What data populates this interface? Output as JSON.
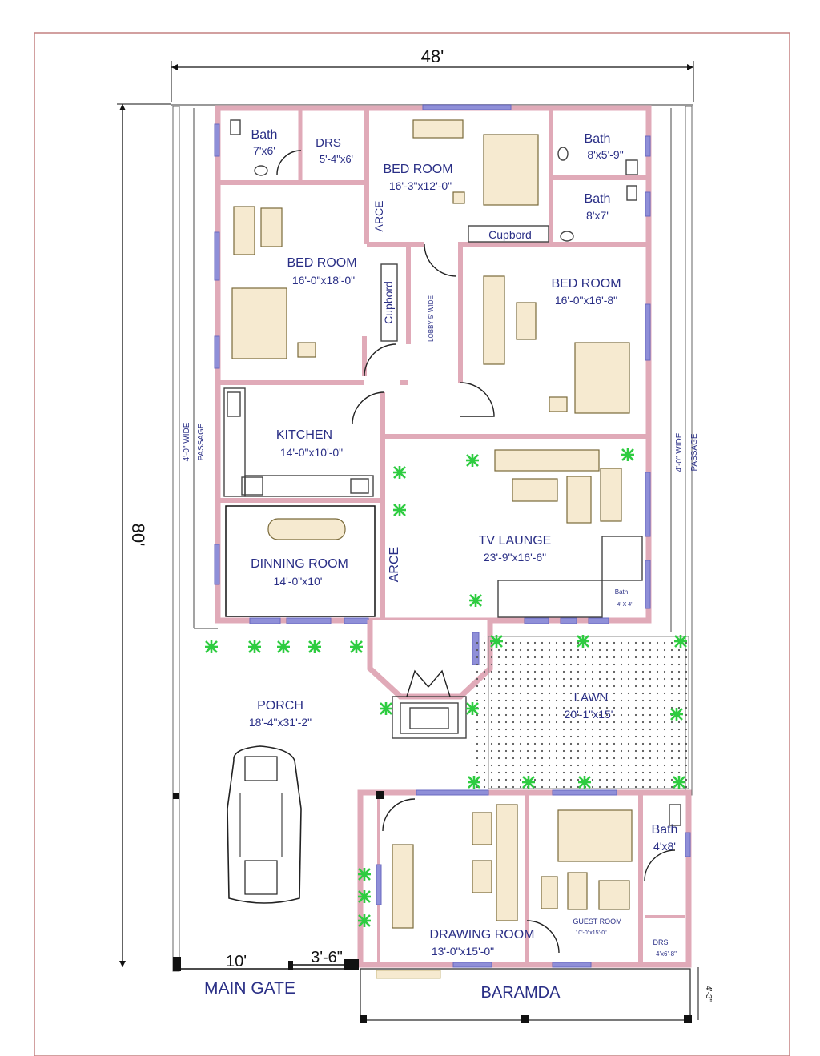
{
  "dimensions": {
    "width": "48'",
    "length": "80'",
    "gate_width": "10'",
    "side_gate_width": "3'-6\"",
    "baramda_depth": "4'-3\""
  },
  "rooms": {
    "bath_1": {
      "name": "Bath",
      "size": "7'x6'"
    },
    "drs_1": {
      "name": "DRS",
      "size": "5'-4\"x6'"
    },
    "bedroom_top": {
      "name": "BED ROOM",
      "size": "16'-3\"x12'-0\""
    },
    "bath_2": {
      "name": "Bath",
      "size": "8'x5'-9\""
    },
    "bath_3": {
      "name": "Bath",
      "size": "8'x7'"
    },
    "cupboard_1": "Cupbord",
    "cupboard_2": "Cupbord",
    "arce_1": "ARCE",
    "arce_2": "ARCE",
    "lobby": "LOBBY 5' WIDE",
    "bedroom_left": {
      "name": "BED ROOM",
      "size": "16'-0\"x18'-0\""
    },
    "bedroom_right": {
      "name": "BED ROOM",
      "size": "16'-0\"x16'-8\""
    },
    "kitchen": {
      "name": "KITCHEN",
      "size": "14'-0\"x10'-0\""
    },
    "dinning": {
      "name": "DINNING ROOM",
      "size": "14'-0\"x10'"
    },
    "tv_lounge": {
      "name": "TV LAUNGE",
      "size": "23'-9\"x16'-6\""
    },
    "bath_small": {
      "name": "Bath",
      "size": "4' X 4'"
    },
    "passage_left": {
      "line1": "4'-0\" WIDE",
      "line2": "PASSAGE"
    },
    "passage_right": {
      "line1": "4'-0\" WIDE",
      "line2": "PASSAGE"
    },
    "porch": {
      "name": "PORCH",
      "size": "18'-4\"x31'-2\""
    },
    "lawn": {
      "name": "LAWN",
      "size": "20'-1\"x15'"
    },
    "drawing_room": {
      "name": "DRAWING ROOM",
      "size": "13'-0\"x15'-0\""
    },
    "guest_room": {
      "name": "GUEST ROOM",
      "size": "10'-0\"x15'-0\""
    },
    "bath_4": {
      "name": "Bath",
      "size": "4'x8'"
    },
    "drs_2": {
      "name": "DRS",
      "size": "4'x6'-8\""
    }
  },
  "labels": {
    "main_gate": "MAIN GATE",
    "baramda": "BARAMDA"
  },
  "colors": {
    "wall": "#e0aab8",
    "text": "#2a2f86",
    "window": "#8f8fd8",
    "plant": "#2ecc40",
    "furniture": "#f6ead0"
  }
}
